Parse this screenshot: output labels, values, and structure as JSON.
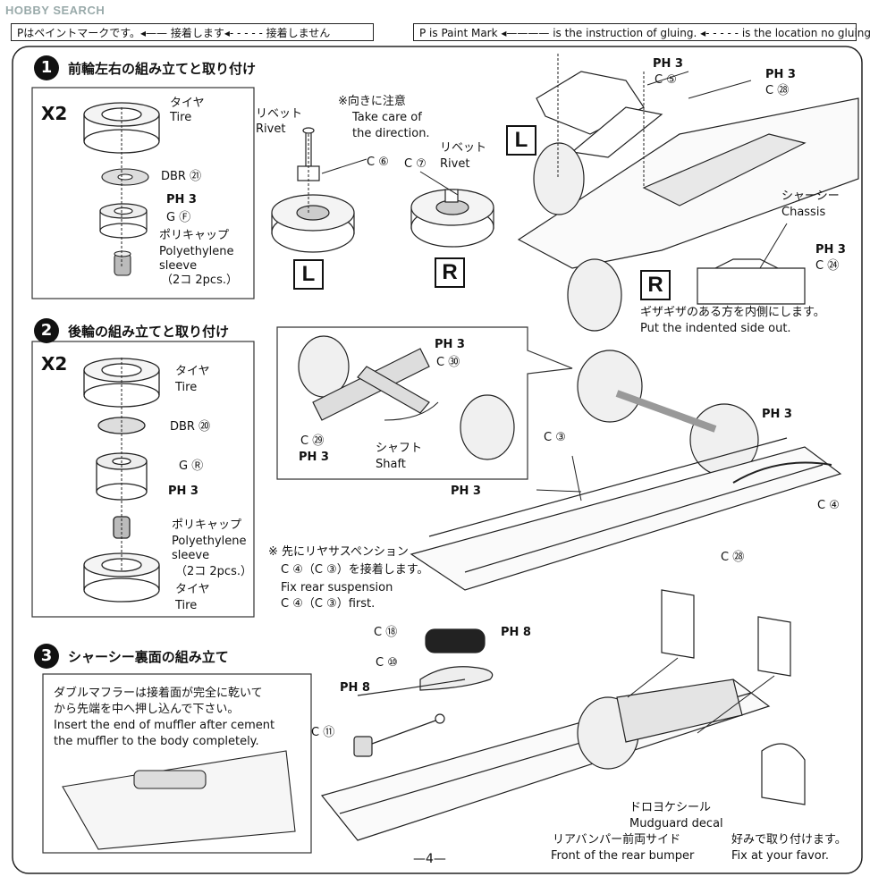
{
  "watermark": "HOBBY SEARCH",
  "legend": {
    "jp": "Pはペイントマークです。◂—— 接着します◂- - - - - 接着しません",
    "en": "P is Paint Mark ◂———— is the instruction of gluing. ◂- - - - - is the location no gluing."
  },
  "step1": {
    "number": "1",
    "title": "前輪左右の組み立てと取り付け",
    "qty_mark": "X2",
    "labels": {
      "tire_jp": "タイヤ",
      "tire_en": "Tire",
      "dbr": "DBR ㉑",
      "ph3": "PH 3",
      "g": "G Ⓕ",
      "poly_jp": "ポリキャップ",
      "poly_en1": "Polyethylene",
      "poly_en2": "sleeve",
      "pcs": "（2コ 2pcs.）",
      "rivet_jp": "リベット",
      "rivet_en": "Rivet",
      "note_jp": "※向きに注意",
      "note_en1": "Take care of",
      "note_en2": "the direction.",
      "c6": "C ⑥",
      "c7": "C ⑦",
      "rivet2_jp": "リベット",
      "rivet2_en": "Rivet",
      "L": "L",
      "R": "R",
      "ph3b": "PH 3",
      "c5": "C ⑤",
      "ph3c": "PH 3",
      "c28": "C ㉘",
      "chassis_jp": "シャーシー",
      "chassis_en": "Chassis",
      "ph3d": "PH 3",
      "c24": "C ㉔",
      "indent_jp": "ギザギザのある方を内側にします。",
      "indent_en": "Put the indented side out."
    }
  },
  "step2": {
    "number": "2",
    "title": "後輪の組み立てと取り付け",
    "qty_mark": "X2",
    "labels": {
      "tire_jp": "タイヤ",
      "tire_en": "Tire",
      "dbr": "DBR ⑳",
      "g": "G Ⓡ",
      "ph3": "PH 3",
      "poly_jp": "ポリキャップ",
      "poly_en1": "Polyethylene",
      "poly_en2": "sleeve",
      "pcs": "（2コ 2pcs.）",
      "tire2_jp": "タイヤ",
      "tire2_en": "Tire",
      "ph3b": "PH 3",
      "c30": "C ㉚",
      "c29": "C ㉙",
      "ph3c": "PH 3",
      "shaft_jp": "シャフト",
      "shaft_en": "Shaft",
      "c3": "C ③",
      "ph3d": "PH 3",
      "ph3e": "PH 3",
      "c4": "C ④",
      "c28": "C ㉘",
      "note_jp1": "※ 先にリヤサスペンション",
      "note_jp2": "C ④（C ③）を接着します。",
      "note_en1": "Fix rear suspension",
      "note_en2": "C ④（C ③）first."
    }
  },
  "step3": {
    "number": "3",
    "title": "シャーシー裏面の組み立て",
    "labels": {
      "c18": "C ⑱",
      "ph8": "PH 8",
      "c10": "C ⑩",
      "ph8b": "PH 8",
      "c11": "C ⑪",
      "muffler_jp1": "ダブルマフラーは接着面が完全に乾いて",
      "muffler_jp2": "から先端を中へ押し込んで下さい。",
      "muffler_en1": "Insert the end of muffler after cement",
      "muffler_en2": "the muffler to the body completely.",
      "decal_jp": "ドロヨケシール",
      "decal_en": "Mudguard decal",
      "bumper_jp": "リアバンパー前両サイド",
      "bumper_en": "Front of the rear bumper",
      "favor_jp": "好みで取り付けます。",
      "favor_en": "Fix at your favor."
    }
  },
  "page_number": "—4—"
}
